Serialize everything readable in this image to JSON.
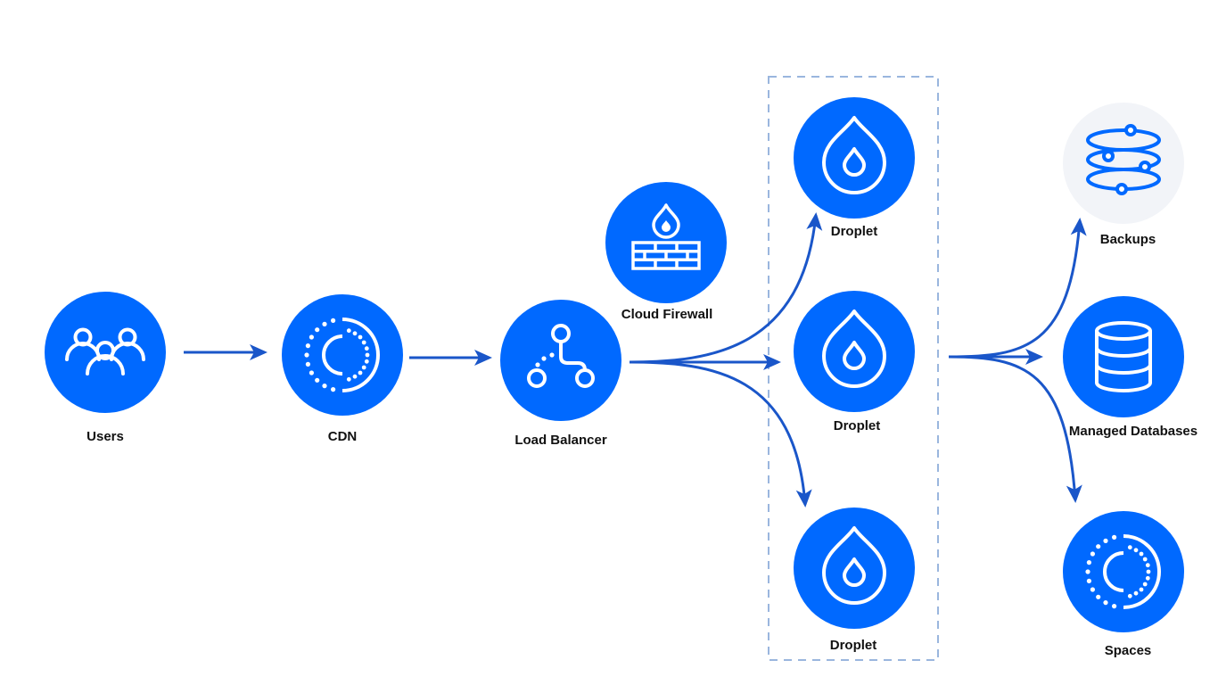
{
  "colors": {
    "primary": "#0069ff",
    "arrow": "#1a56c9",
    "icon": "#ffffff",
    "backup_bg": "#f2f4f8",
    "backup_icon": "#0069ff",
    "group_border": "#9ab6de",
    "label": "#111111"
  },
  "nodes": {
    "users": {
      "label": "Users",
      "icon": "users-icon"
    },
    "cdn": {
      "label": "CDN",
      "icon": "cdn-icon"
    },
    "load_balancer": {
      "label": "Load Balancer",
      "icon": "load-balancer-icon"
    },
    "cloud_firewall": {
      "label": "Cloud Firewall",
      "icon": "firewall-icon"
    },
    "droplet_top": {
      "label": "Droplet",
      "icon": "droplet-icon"
    },
    "droplet_mid": {
      "label": "Droplet",
      "icon": "droplet-icon"
    },
    "droplet_bottom": {
      "label": "Droplet",
      "icon": "droplet-icon"
    },
    "backups": {
      "label": "Backups",
      "icon": "backups-icon"
    },
    "managed_databases": {
      "label": "Managed Databases",
      "icon": "database-icon"
    },
    "spaces": {
      "label": "Spaces",
      "icon": "spaces-icon"
    }
  },
  "edges": [
    {
      "from": "users",
      "to": "cdn"
    },
    {
      "from": "cdn",
      "to": "load_balancer"
    },
    {
      "from": "load_balancer",
      "to": "droplet_top"
    },
    {
      "from": "load_balancer",
      "to": "droplet_mid"
    },
    {
      "from": "load_balancer",
      "to": "droplet_bottom"
    },
    {
      "from": "droplet_group",
      "to": "backups"
    },
    {
      "from": "droplet_group",
      "to": "managed_databases"
    },
    {
      "from": "droplet_group",
      "to": "spaces"
    }
  ]
}
